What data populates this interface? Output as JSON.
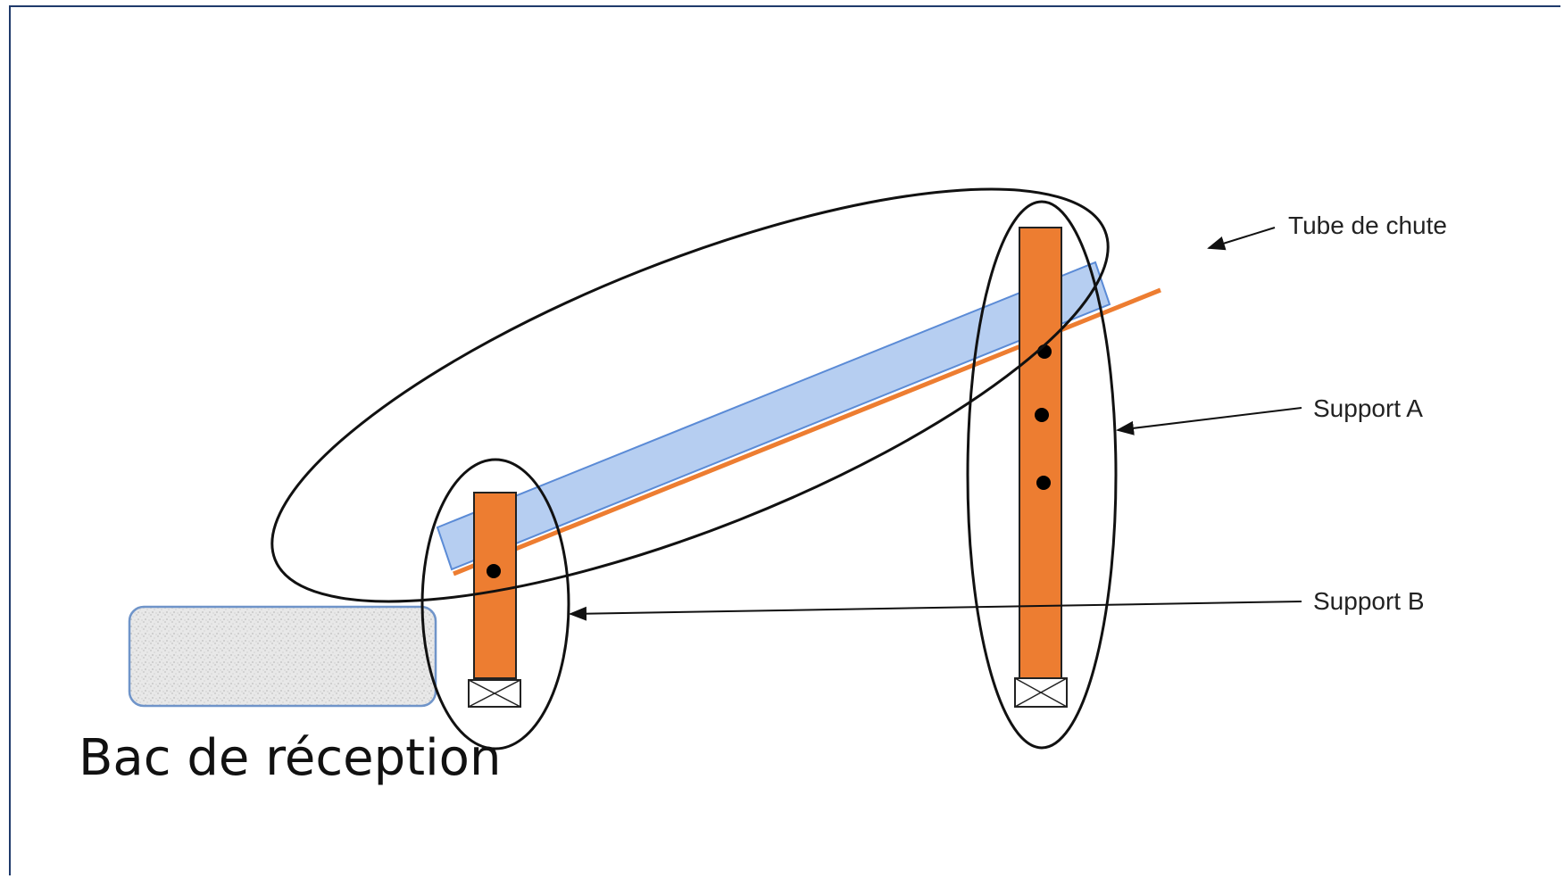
{
  "labels": {
    "tube": "Tube de chute",
    "support_a": "Support A",
    "support_b": "Support B",
    "bac": "Bac de réception"
  },
  "colors": {
    "frame": "#1f3a6b",
    "support": "#ed7d31",
    "tube_fill": "#a9c6ee",
    "tube_stroke": "#5b8bd6",
    "bin_fill": "#e6e6e6",
    "bin_stroke": "#6f94c9",
    "ellipse": "#111111"
  }
}
